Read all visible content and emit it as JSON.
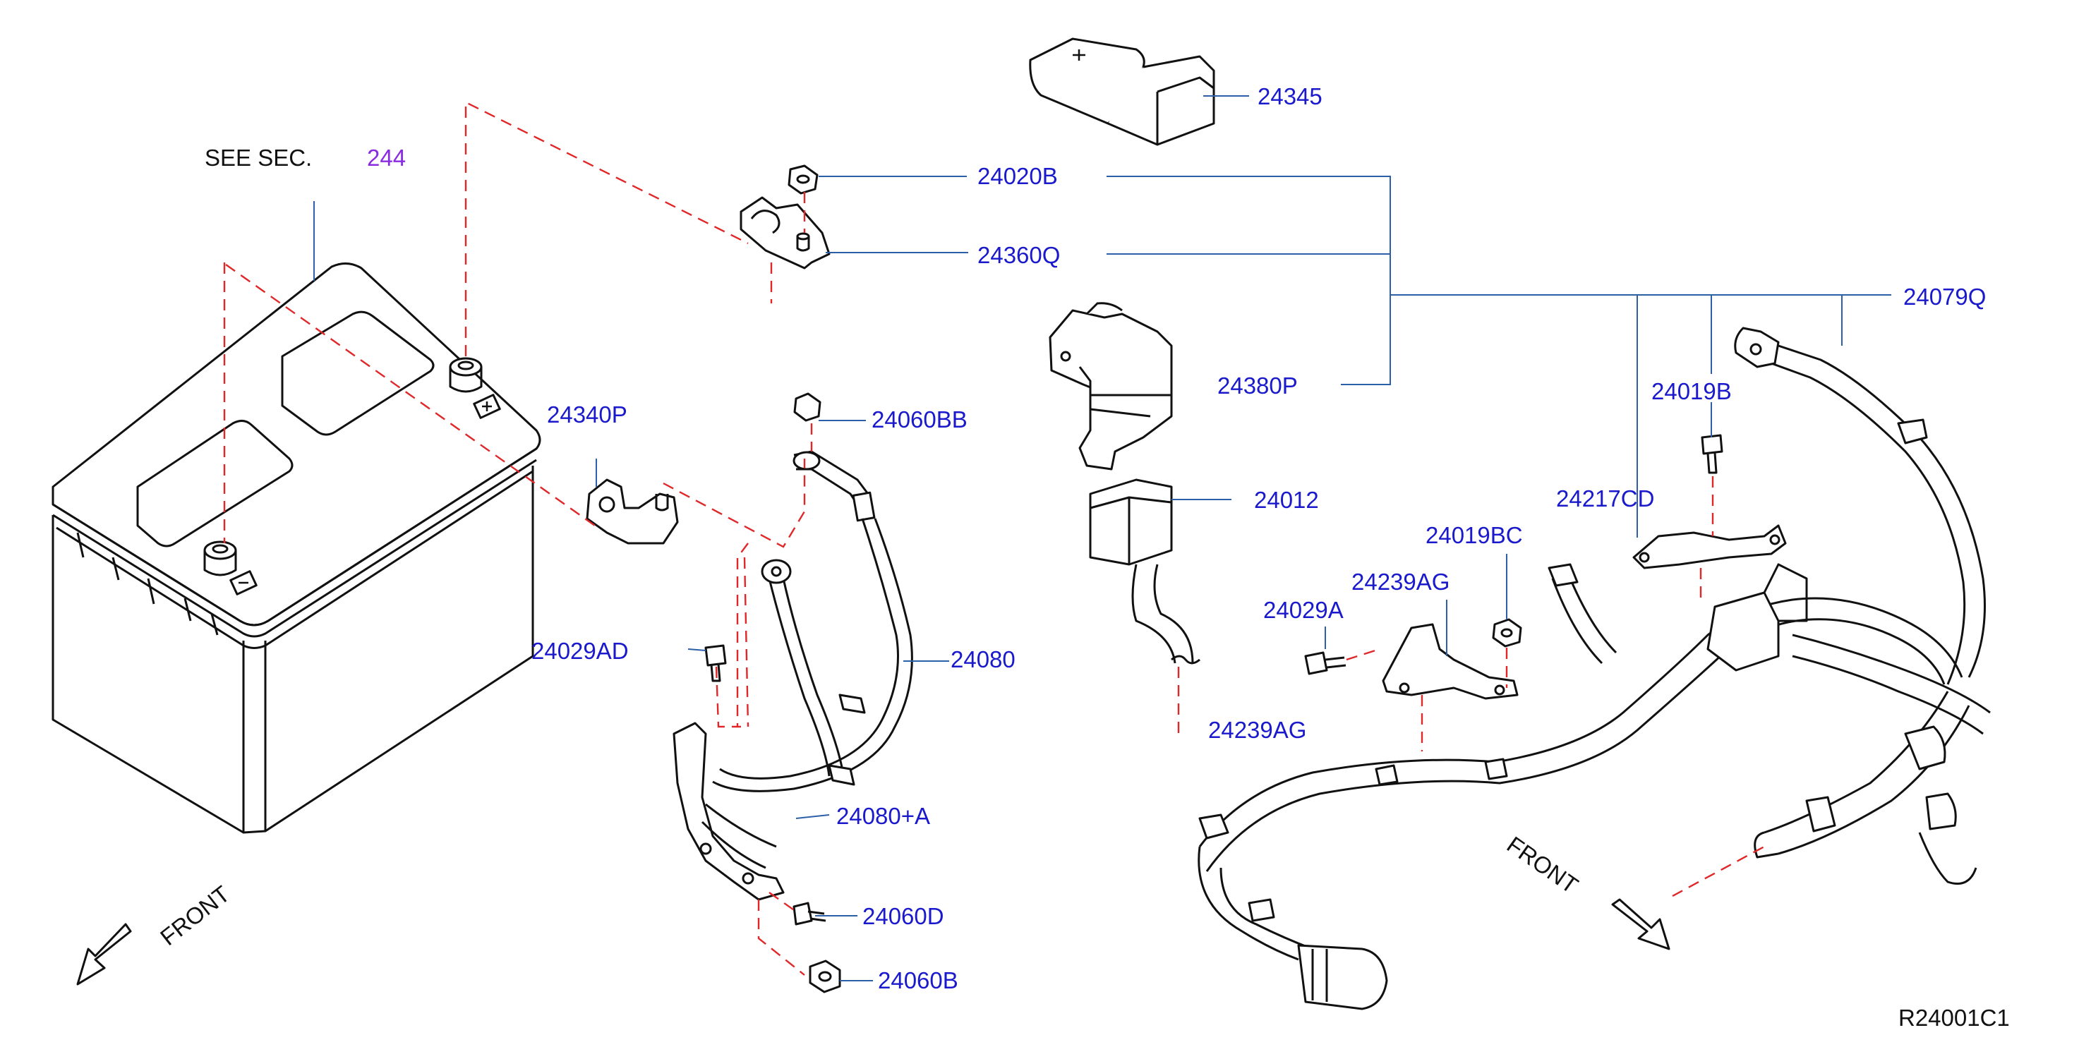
{
  "see_section": {
    "prefix": "SEE  SEC.",
    "number": "244"
  },
  "parts": {
    "p24345": "24345",
    "p24020B": "24020B",
    "p24360Q": "24360Q",
    "p24079Q": "24079Q",
    "p24380P": "24380P",
    "p24019B": "24019B",
    "p24340P": "24340P",
    "p24060BB": "24060BB",
    "p24012": "24012",
    "p24217CD": "24217CD",
    "p24019BC": "24019BC",
    "p24239AG_a": "24239AG",
    "p24029A": "24029A",
    "p24029AD": "24029AD",
    "p24080": "24080",
    "p24239AG_b": "24239AG",
    "p24080A": "24080+A",
    "p24060D": "24060D",
    "p24060B": "24060B"
  },
  "front_labels": {
    "left": "FRONT",
    "right": "FRONT"
  },
  "diagram_code": "R24001C1",
  "colors": {
    "label": "#1a1acc",
    "leader": "#2b5fa8",
    "dashed": "#e0282a",
    "line": "#111111",
    "section_ref": "#8a2be2"
  }
}
